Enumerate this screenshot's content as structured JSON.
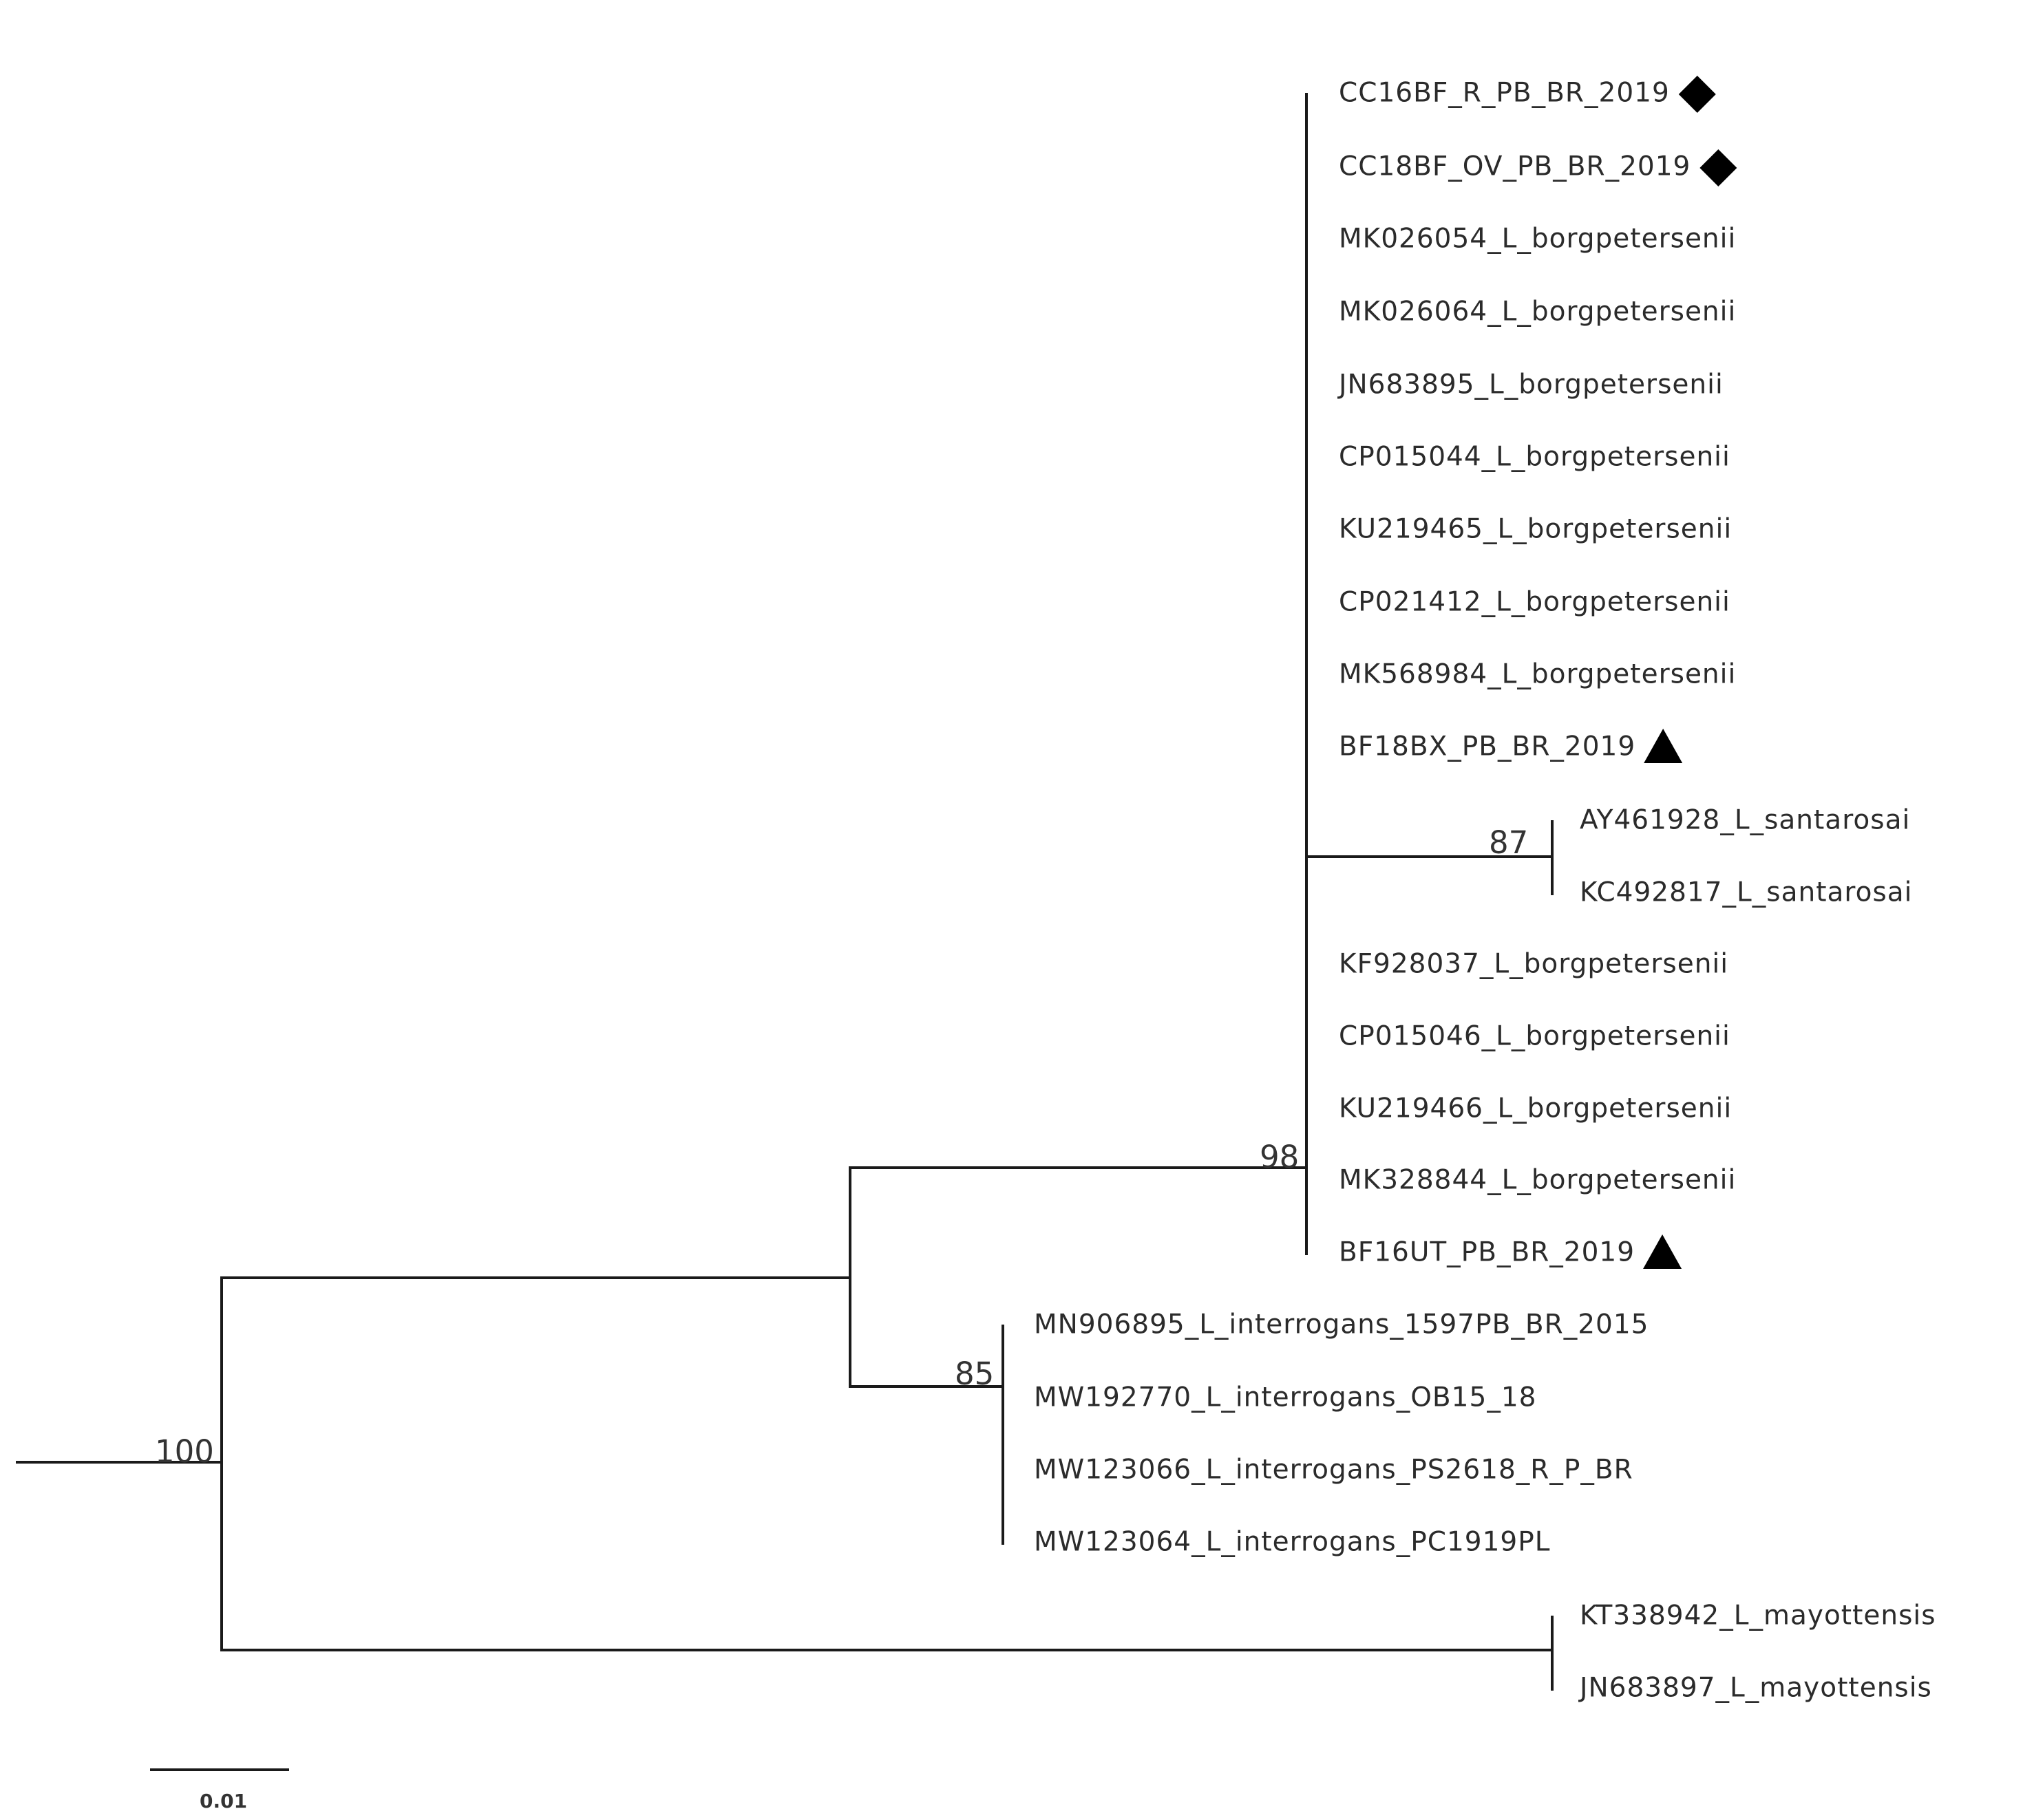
{
  "tree": {
    "taxa": [
      {
        "id": "t1",
        "label": "CC16BF_R_PB_BR_2019",
        "marker": "diamond"
      },
      {
        "id": "t2",
        "label": "CC18BF_OV_PB_BR_2019",
        "marker": "diamond"
      },
      {
        "id": "t3",
        "label": "MK026054_L_borgpetersenii"
      },
      {
        "id": "t4",
        "label": "MK026064_L_borgpetersenii"
      },
      {
        "id": "t5",
        "label": "JN683895_L_borgpetersenii"
      },
      {
        "id": "t6",
        "label": "CP015044_L_borgpetersenii"
      },
      {
        "id": "t7",
        "label": "KU219465_L_borgpetersenii"
      },
      {
        "id": "t8",
        "label": "CP021412_L_borgpetersenii"
      },
      {
        "id": "t9",
        "label": "MK568984_L_borgpetersenii"
      },
      {
        "id": "t10",
        "label": "BF18BX_PB_BR_2019",
        "marker": "triangle"
      },
      {
        "id": "t11",
        "label": "AY461928_L_santarosai"
      },
      {
        "id": "t12",
        "label": "KC492817_L_santarosai"
      },
      {
        "id": "t13",
        "label": "KF928037_L_borgpetersenii"
      },
      {
        "id": "t14",
        "label": "CP015046_L_borgpetersenii"
      },
      {
        "id": "t15",
        "label": "KU219466_L_borgpetersenii"
      },
      {
        "id": "t16",
        "label": "MK328844_L_borgpetersenii"
      },
      {
        "id": "t17",
        "label": "BF16UT_PB_BR_2019",
        "marker": "triangle"
      },
      {
        "id": "t18",
        "label": "MN906895_L_interrogans_1597PB_BR_2015"
      },
      {
        "id": "t19",
        "label": "MW192770_L_interrogans_OB15_18"
      },
      {
        "id": "t20",
        "label": "MW123066_L_interrogans_PS2618_R_P_BR"
      },
      {
        "id": "t21",
        "label": "MW123064_L_interrogans_PC1919PL"
      },
      {
        "id": "t22",
        "label": "KT338942_L_mayottensis"
      },
      {
        "id": "t23",
        "label": "JN683897_L_mayottensis"
      }
    ],
    "support_values": {
      "root": "100",
      "borgpetersenii_clade": "98",
      "santarosai_clade": "87",
      "interrogans_clade": "85"
    },
    "scale_bar": {
      "label": "0.01"
    }
  }
}
